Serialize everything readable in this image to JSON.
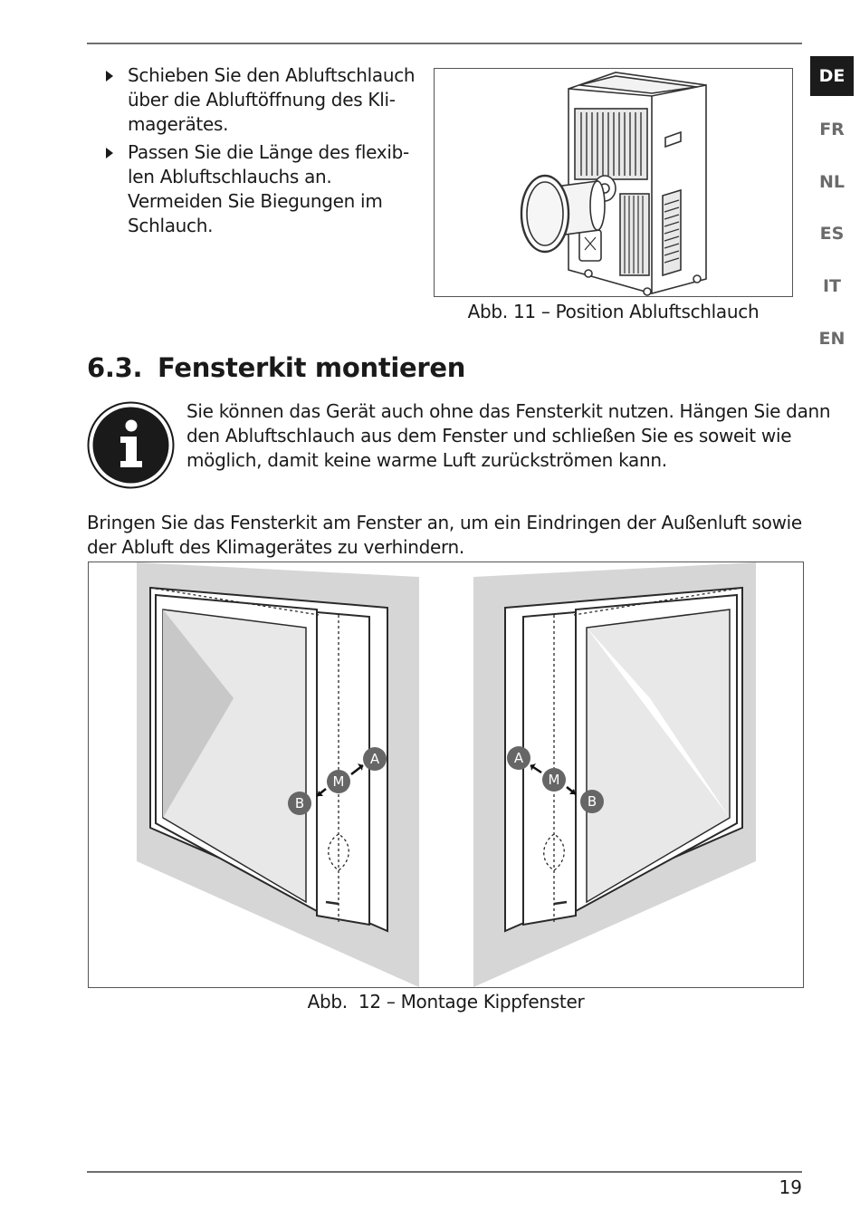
{
  "bullets": [
    {
      "lines": [
        "Schieben Sie den Abluftschlauch",
        "über die Abluftöffnung des Kli-",
        "magerätes."
      ]
    },
    {
      "lines": [
        "Passen Sie die Länge des flexib-",
        "len Abluftschlauchs an.",
        "Vermeiden Sie Biegungen im",
        "Schlauch."
      ]
    }
  ],
  "figure11": {
    "caption": "Abb. 11 – Position Abluftschlauch"
  },
  "languages": [
    {
      "code": "DE",
      "active": true
    },
    {
      "code": "FR",
      "active": false
    },
    {
      "code": "NL",
      "active": false
    },
    {
      "code": "ES",
      "active": false
    },
    {
      "code": "IT",
      "active": false
    },
    {
      "code": "EN",
      "active": false
    }
  ],
  "section": {
    "number": "6.3.",
    "title": "Fensterkit montieren"
  },
  "info": {
    "icon": "info-icon",
    "lines": [
      "Sie können das Gerät auch ohne das Fensterkit nutzen. Hängen Sie dann",
      "den Abluftschlauch aus dem Fenster und schließen Sie es soweit wie",
      "möglich, damit keine warme Luft zurückströmen kann."
    ]
  },
  "paragraph": {
    "lines": [
      "Bringen Sie das Fensterkit am Fenster an, um ein Eindringen der Außenluft sowie",
      "der Abluft des Klimagerätes zu verhindern."
    ]
  },
  "figure12": {
    "caption_prefix": "Abb.  12",
    "caption_text": " – Montage Kippfenster",
    "labels": {
      "a": "A",
      "m": "M",
      "b": "B"
    }
  },
  "page_number": "19"
}
